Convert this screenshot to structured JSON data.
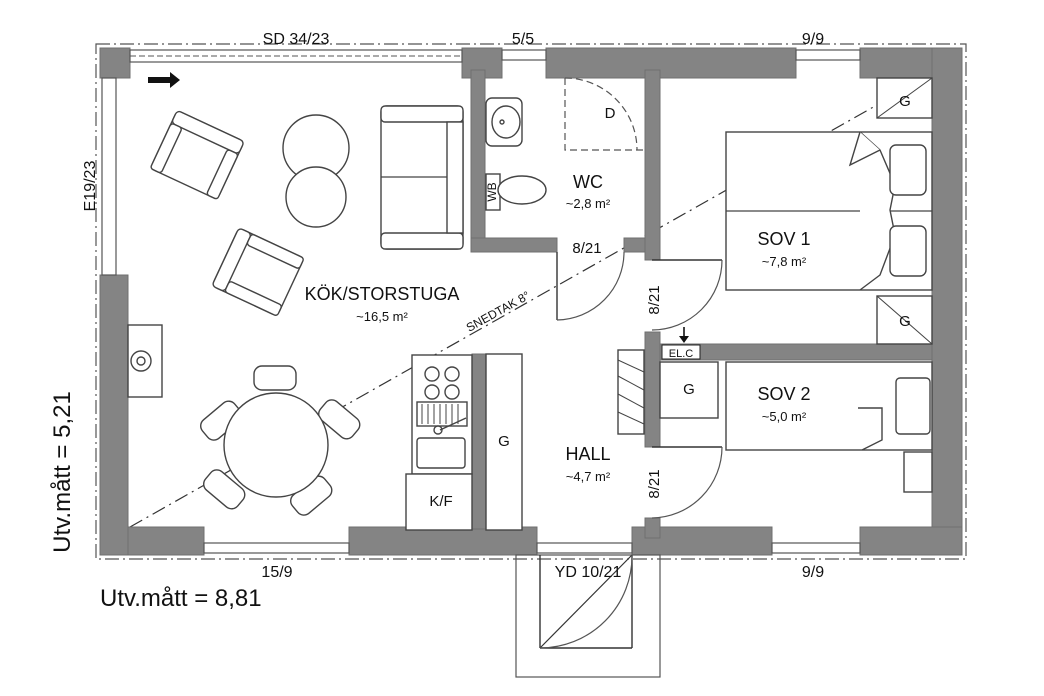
{
  "rooms": {
    "living": {
      "name": "KÖK/STORSTUGA",
      "area": "~16,5 m²"
    },
    "wc": {
      "name": "WC",
      "area": "~2,8 m²"
    },
    "bed1": {
      "name": "SOV 1",
      "area": "~7,8 m²"
    },
    "bed2": {
      "name": "SOV 2",
      "area": "~5,0 m²"
    },
    "hall": {
      "name": "HALL",
      "area": "~4,7 m²"
    }
  },
  "openings": {
    "sliding_door": "SD 34/23",
    "window_wc": "5/5",
    "window_bed1": "9/9",
    "window_west": "E19/23",
    "window_south_living": "15/9",
    "entry_door": "YD 10/21",
    "window_bed2": "9/9",
    "door_wc": "8/21",
    "door_bed1": "8/21",
    "door_bed2": "8/21"
  },
  "labels": {
    "dryer": "D",
    "wardrobe": "G",
    "fridge_freezer": "K/F",
    "electrical": "EL.C",
    "slanted_roof": "SNEDTAK 8°",
    "washbasin": "WB"
  },
  "dimensions": {
    "outer_width": "Utv.mått = 8,81",
    "outer_depth": "Utv.mått = 5,21"
  }
}
